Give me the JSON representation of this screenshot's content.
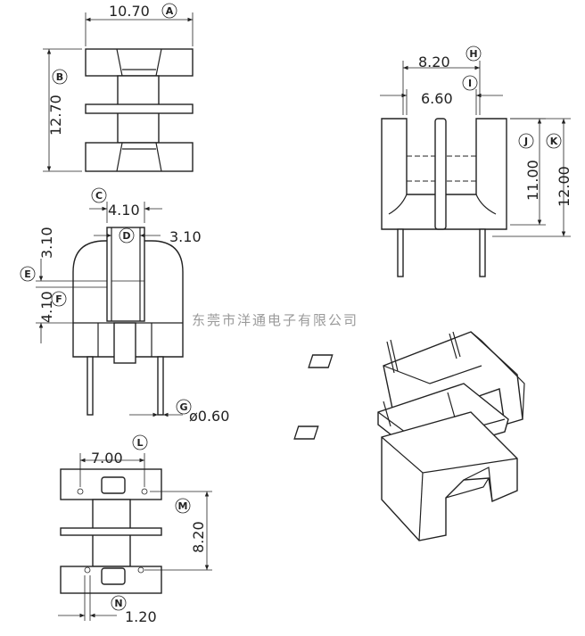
{
  "dimensions": {
    "A": {
      "label": "A",
      "value": "10.70"
    },
    "B": {
      "label": "B",
      "value": "12.70"
    },
    "C": {
      "label": "C",
      "value": "4.10"
    },
    "D": {
      "label": "D",
      "value": "3.10"
    },
    "E": {
      "label": "E",
      "value": "3.10"
    },
    "F": {
      "label": "F",
      "value": "4.10"
    },
    "G": {
      "label": "G",
      "value": "ø0.60"
    },
    "H": {
      "label": "H",
      "value": "8.20"
    },
    "I": {
      "label": "I",
      "value": "6.60"
    },
    "J": {
      "label": "J",
      "value": "11.00"
    },
    "K": {
      "label": "K",
      "value": "12.00"
    },
    "L": {
      "label": "L",
      "value": "7.00"
    },
    "M": {
      "label": "M",
      "value": "8.20"
    },
    "N": {
      "label": "N",
      "value": "1.20"
    }
  },
  "watermark": "东莞市洋通电子有限公司"
}
